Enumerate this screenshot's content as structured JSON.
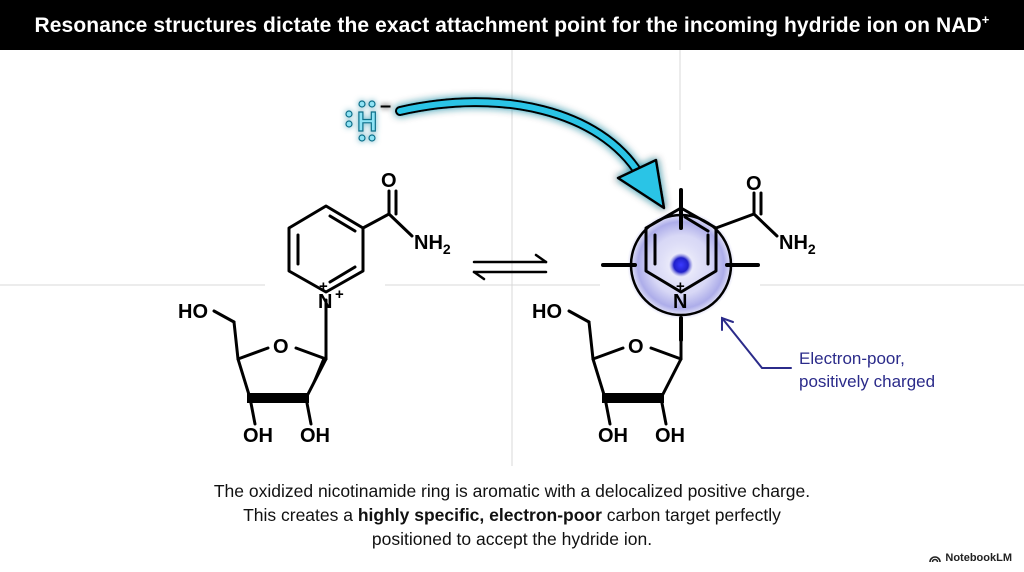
{
  "title": {
    "text": "Resonance structures dictate the exact attachment point for the incoming hydride ion on NAD",
    "superscript": "+"
  },
  "hydride": {
    "atom": "H",
    "charge": "–"
  },
  "left_molecule": {
    "amide_o": "O",
    "amide_n": "NH",
    "amide_sub": "2",
    "ring_n": "N",
    "ring_charge": "+",
    "ring_charge_right": "+",
    "sugar_o": "O",
    "ho": "HO",
    "oh_left": "OH",
    "oh_right": "OH"
  },
  "right_molecule": {
    "amide_o": "O",
    "amide_n": "NH",
    "amide_sub": "2",
    "ring_n": "N",
    "ring_charge": "+",
    "sugar_o": "O",
    "ho": "HO",
    "oh_left": "OH",
    "oh_right": "OH"
  },
  "annotation": {
    "line1": "Electron-poor,",
    "line2": "positively charged",
    "color": "#2b2b8a"
  },
  "colors": {
    "arrow": "#29c4e6",
    "glow": "#5c5cd6",
    "dot": "#2020c8"
  },
  "caption": {
    "line1": "The oxidized nicotinamide ring is aromatic with a delocalized positive charge.",
    "line2_pre": "This creates a ",
    "line2_bold": "highly specific, electron-poor",
    "line2_post": " carbon target perfectly",
    "line3": "positioned to accept the hydride ion."
  },
  "brand": "NotebookLM"
}
